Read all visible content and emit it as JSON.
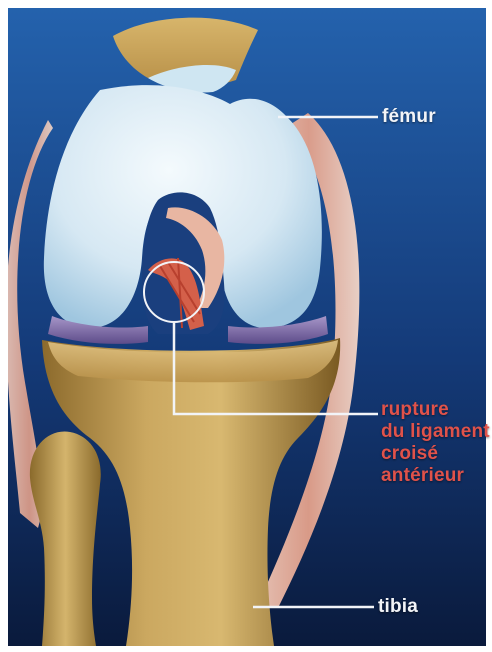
{
  "labels": {
    "femur": "fémur",
    "rupture": [
      "rupture",
      "du ligament",
      "croisé",
      "antérieur"
    ],
    "tibia": "tibia"
  },
  "colors": {
    "background_top": "#1d5aa3",
    "background_bottom": "#0c1f45",
    "femur_cartilage": "#dcebf4",
    "bone": "#c9a45a",
    "meniscus": "#7f6aa8",
    "ligament": "#d86a55",
    "label_white": "#f2f4f8",
    "label_red": "#e0524a"
  }
}
